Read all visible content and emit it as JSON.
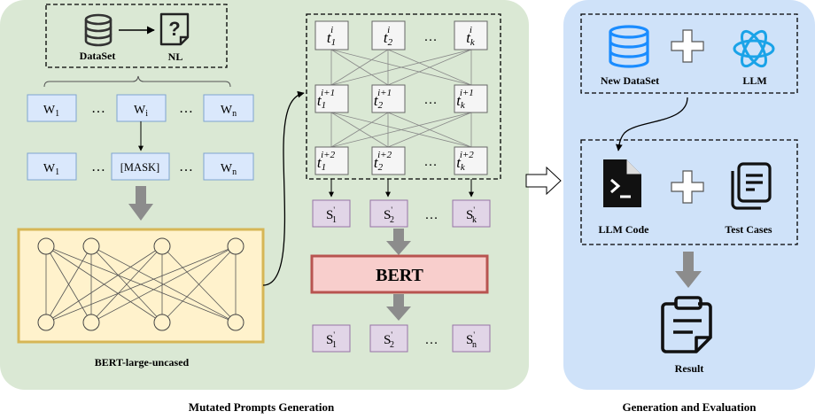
{
  "left_panel": {
    "caption": "Mutated Prompts Generation",
    "dataset_label": "DataSet",
    "nl_label": "NL",
    "word_row": [
      "W1",
      "…",
      "Wi",
      "…",
      "Wn"
    ],
    "masked_row": [
      "W1",
      "…",
      "[MASK]",
      "…",
      "Wn"
    ],
    "model_label": "BERT-large-uncased",
    "token_rows": [
      [
        "t1i",
        "t2i",
        "…",
        "tki"
      ],
      [
        "t1i+1",
        "t2i+1",
        "…",
        "tki+1"
      ],
      [
        "t1i+2",
        "t2i+2",
        "…",
        "tki+2"
      ]
    ],
    "s_row_k": [
      "S'1",
      "S'2",
      "…",
      "S'k"
    ],
    "bert_label": "BERT",
    "s_row_n": [
      "S'1",
      "S'2",
      "…",
      "S'n"
    ]
  },
  "right_panel": {
    "caption": "Generation and Evaluation",
    "new_dataset_label": "New DataSet",
    "llm_label": "LLM",
    "llm_code_label": "LLM Code",
    "test_cases_label": "Test Cases",
    "result_label": "Result"
  },
  "colors": {
    "left_bg": "#dae8d4",
    "right_bg": "#cfe2f9",
    "word_box": "#dae8fc",
    "word_border": "#7fa3cf",
    "s_box": "#e1d5e7",
    "s_border": "#9673a6",
    "bert_fill": "#f8cecc",
    "bert_border": "#b85450",
    "nn_fill": "#fff2cc",
    "nn_border": "#d6b656",
    "arrow_gray": "#8c8c8c",
    "db_blue": "#1a8cff"
  }
}
